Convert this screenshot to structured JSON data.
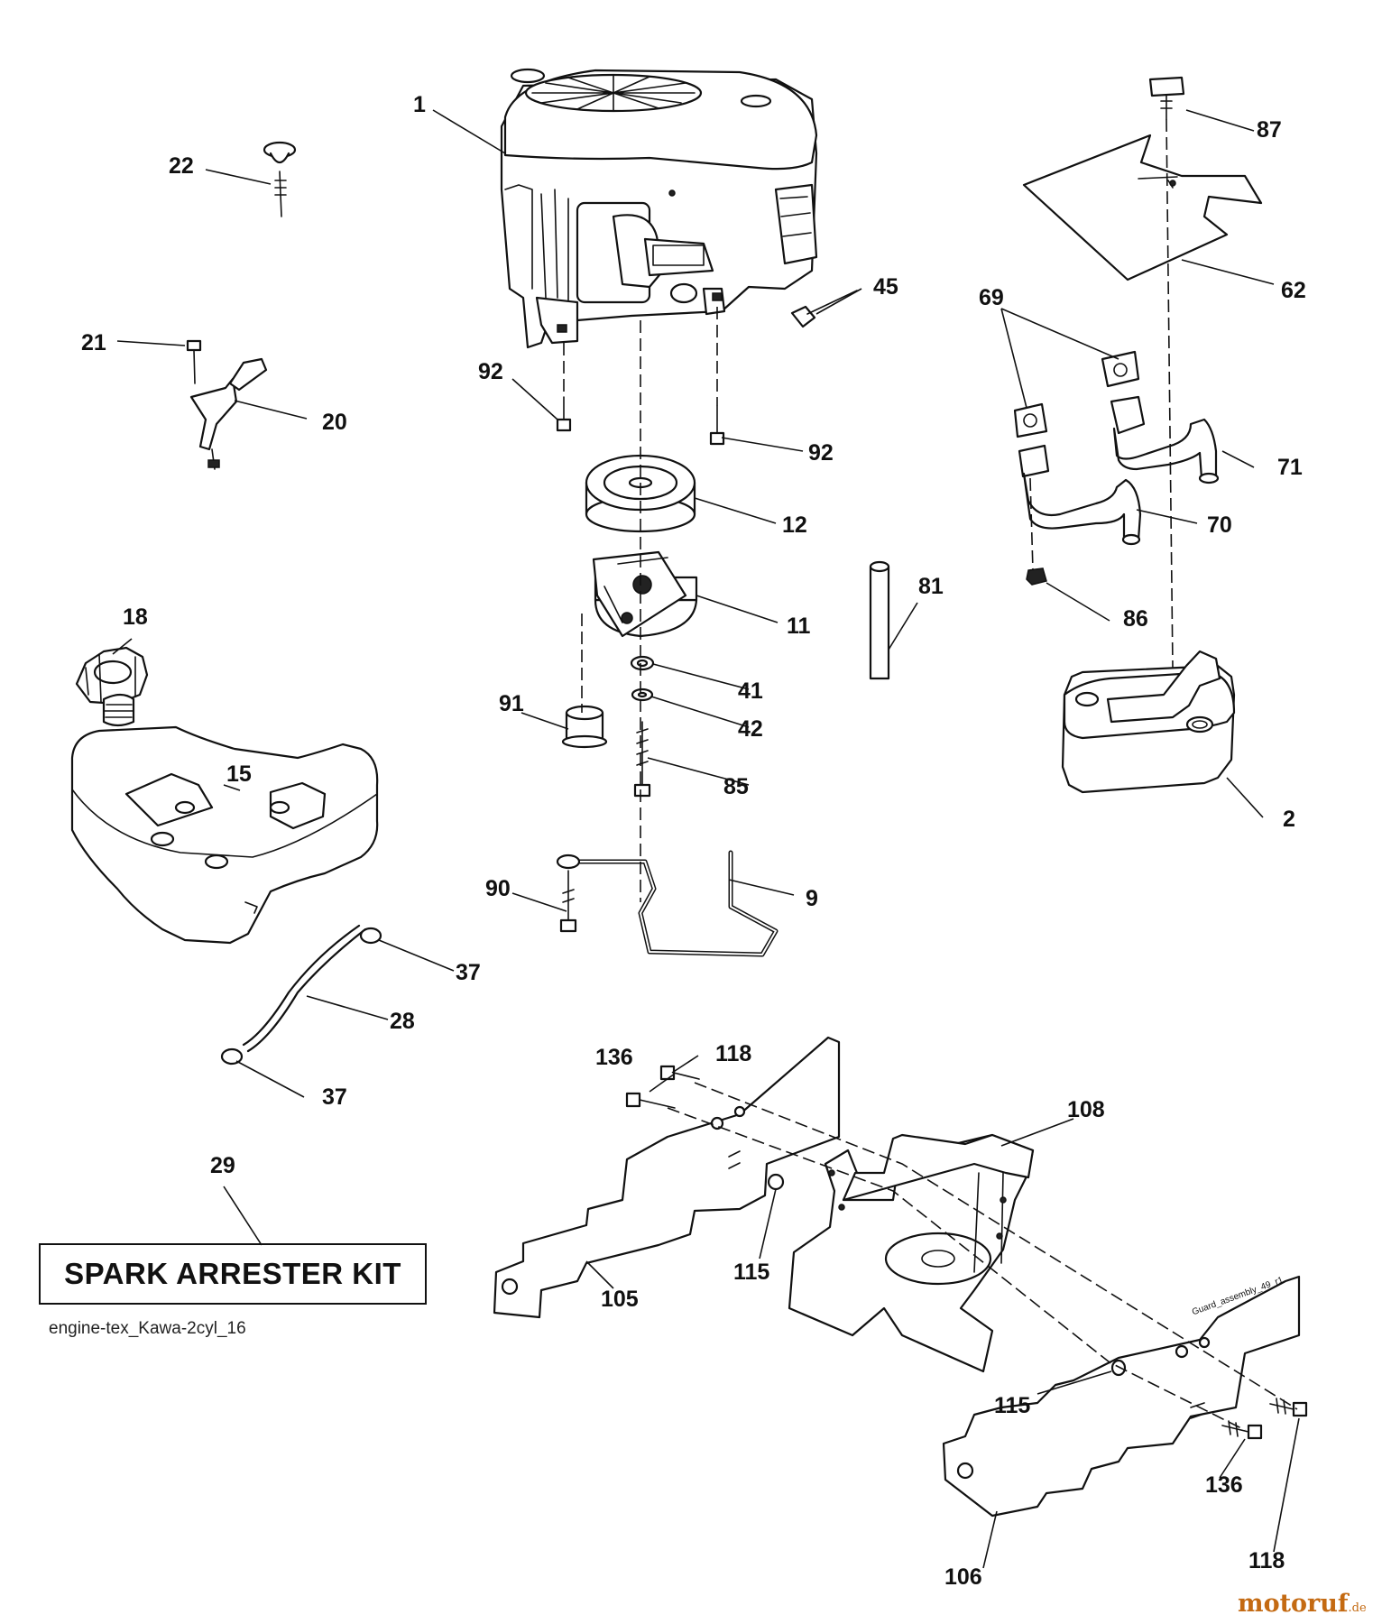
{
  "callouts": [
    {
      "id": "c1",
      "text": "1"
    },
    {
      "id": "c22",
      "text": "22"
    },
    {
      "id": "c45",
      "text": "45"
    },
    {
      "id": "c87",
      "text": "87"
    },
    {
      "id": "c62",
      "text": "62"
    },
    {
      "id": "c69",
      "text": "69"
    },
    {
      "id": "c21",
      "text": "21"
    },
    {
      "id": "c20",
      "text": "20"
    },
    {
      "id": "c92a",
      "text": "92"
    },
    {
      "id": "c92b",
      "text": "92"
    },
    {
      "id": "c12",
      "text": "12"
    },
    {
      "id": "c71",
      "text": "71"
    },
    {
      "id": "c70",
      "text": "70"
    },
    {
      "id": "c11",
      "text": "11"
    },
    {
      "id": "c81",
      "text": "81"
    },
    {
      "id": "c86",
      "text": "86"
    },
    {
      "id": "c18",
      "text": "18"
    },
    {
      "id": "c41",
      "text": "41"
    },
    {
      "id": "c91",
      "text": "91"
    },
    {
      "id": "c42",
      "text": "42"
    },
    {
      "id": "c15",
      "text": "15"
    },
    {
      "id": "c85",
      "text": "85"
    },
    {
      "id": "c2",
      "text": "2"
    },
    {
      "id": "c90",
      "text": "90"
    },
    {
      "id": "c9",
      "text": "9"
    },
    {
      "id": "c37a",
      "text": "37"
    },
    {
      "id": "c28",
      "text": "28"
    },
    {
      "id": "c37b",
      "text": "37"
    },
    {
      "id": "c136a",
      "text": "136"
    },
    {
      "id": "c118a",
      "text": "118"
    },
    {
      "id": "c108",
      "text": "108"
    },
    {
      "id": "c29",
      "text": "29"
    },
    {
      "id": "c105",
      "text": "105"
    },
    {
      "id": "c115a",
      "text": "115"
    },
    {
      "id": "c115b",
      "text": "115"
    },
    {
      "id": "c136b",
      "text": "136"
    },
    {
      "id": "c106",
      "text": "106"
    },
    {
      "id": "c118b",
      "text": "118"
    }
  ],
  "kit_label": "SPARK ARRESTER KIT",
  "drawing_id": "engine-tex_Kawa-2cyl_16",
  "guard_tag": "Guard_assembly_49_r1",
  "watermark": {
    "main": "motoruf",
    "suffix": ".de",
    "color": "#c46a12"
  }
}
